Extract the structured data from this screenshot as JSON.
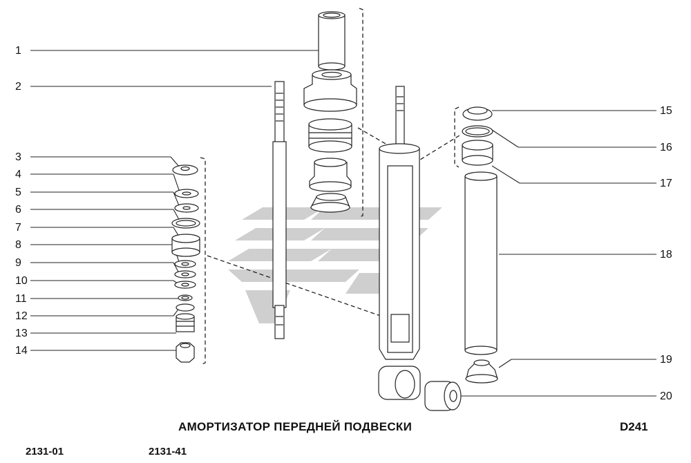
{
  "title": "АМОРТИЗАТОР ПЕРЕДНЕЙ ПОДВЕСКИ",
  "diagram_code": "D241",
  "models": [
    "2131-01",
    "2131-41"
  ],
  "callouts_left": [
    "1",
    "2",
    "3",
    "4",
    "5",
    "6",
    "7",
    "8",
    "9",
    "10",
    "11",
    "12",
    "13",
    "14"
  ],
  "callouts_right": [
    "15",
    "16",
    "17",
    "18",
    "19",
    "20"
  ],
  "colors": {
    "line": "#222222",
    "watermark": "#c9c9c9"
  }
}
